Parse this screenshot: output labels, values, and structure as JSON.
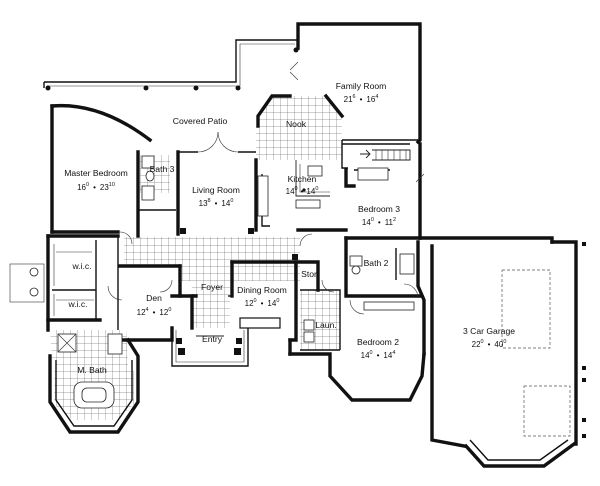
{
  "rooms": {
    "family": {
      "name": "Family Room",
      "w": "21",
      "wi": "6",
      "d": "16",
      "di": "4"
    },
    "nook": {
      "name": "Nook"
    },
    "patio": {
      "name": "Covered Patio"
    },
    "master": {
      "name": "Master Bedroom",
      "w": "16",
      "wi": "0",
      "d": "23",
      "di": "10"
    },
    "living": {
      "name": "Living Room",
      "w": "13",
      "wi": "8",
      "d": "14",
      "di": "0"
    },
    "kitchen": {
      "name": "Kitchen",
      "w": "14",
      "wi": "0",
      "d": "14",
      "di": "0"
    },
    "bed3": {
      "name": "Bedroom 3",
      "w": "14",
      "wi": "0",
      "d": "11",
      "di": "2"
    },
    "bath3": {
      "name": "Bath 3"
    },
    "wic1": {
      "name": "w.i.c."
    },
    "wic2": {
      "name": "w.i.c."
    },
    "den": {
      "name": "Den",
      "w": "12",
      "wi": "4",
      "d": "12",
      "di": "0"
    },
    "foyer": {
      "name": "Foyer"
    },
    "dining": {
      "name": "Dining Room",
      "w": "12",
      "wi": "0",
      "d": "14",
      "di": "0"
    },
    "stor": {
      "name": "Stor."
    },
    "bath2": {
      "name": "Bath 2"
    },
    "laun": {
      "name": "Laun."
    },
    "bed2": {
      "name": "Bedroom 2",
      "w": "14",
      "wi": "0",
      "d": "14",
      "di": "4"
    },
    "garage": {
      "name": "3 Car Garage",
      "w": "22",
      "wi": "0",
      "d": "40",
      "di": "0"
    },
    "entry": {
      "name": "Entry"
    },
    "mbath": {
      "name": "M. Bath"
    }
  },
  "separator": "•"
}
